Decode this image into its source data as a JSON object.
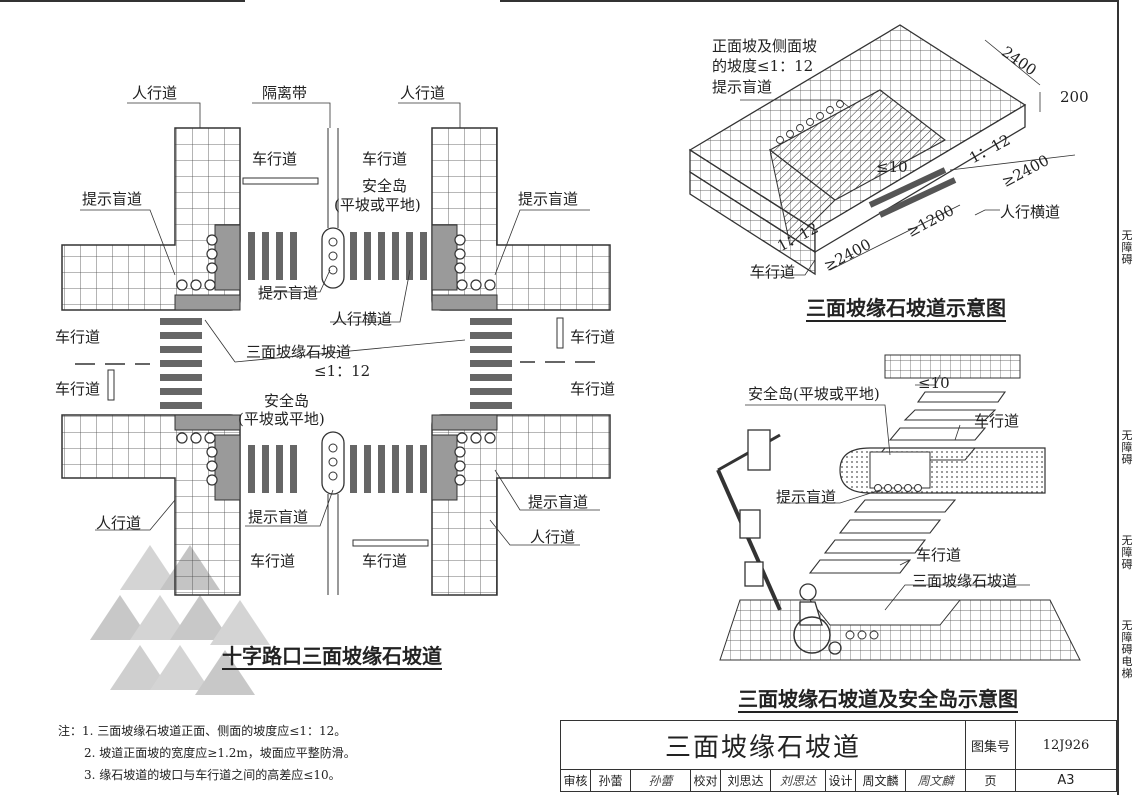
{
  "labels": {
    "sidewalk_tl": "人行道",
    "median": "隔离带",
    "sidewalk_tr": "人行道",
    "roadway_top_left": "车行道",
    "roadway_top_right": "车行道",
    "safety_island_top": "安全岛",
    "safety_island_top_note": "(平坡或平地)",
    "tactile_tl": "提示盲道",
    "tactile_tr": "提示盲道",
    "tactile_top_center": "提示盲道",
    "crosswalk": "人行横道",
    "roadway_left_1": "车行道",
    "roadway_left_2": "车行道",
    "roadway_right_1": "车行道",
    "roadway_right_2": "车行道",
    "curb_ramp": "三面坡缘石坡道",
    "curb_ramp_slope": "≤1：12",
    "safety_island_bottom": "安全岛",
    "safety_island_bottom_note": "(平坡或平地)",
    "tactile_bl": "提示盲道",
    "tactile_br": "提示盲道",
    "sidewalk_bl": "人行道",
    "sidewalk_br": "人行道",
    "roadway_bottom_left": "车行道",
    "roadway_bottom_right": "车行道"
  },
  "iso_labels": {
    "slope_note_1": "正面坡及侧面坡",
    "slope_note_2": "的坡度≤1：12",
    "tactile": "提示盲道",
    "dim_2400_top": "2400",
    "dim_200": "200",
    "dim_le10": "≤10",
    "dim_1_12_a": "1：12",
    "dim_ge2400_right": "≥2400",
    "dim_ge1200": "≥1200",
    "crosswalk": "人行横道",
    "dim_1_12_b": "1：12",
    "dim_ge2400_bottom": "≥2400",
    "roadway": "车行道"
  },
  "persp_labels": {
    "le10": "≤10",
    "island": "安全岛(平坡或平地)",
    "roadway_1": "车行道",
    "tactile": "提示盲道",
    "roadway_2": "车行道",
    "curb_ramp": "三面坡缘石坡道"
  },
  "captions": {
    "crossroad": "十字路口三面坡缘石坡道",
    "ramp_schematic": "三面坡缘石坡道示意图",
    "ramp_island": "三面坡缘石坡道及安全岛示意图"
  },
  "notes": [
    "注：1. 三面坡缘石坡道正面、侧面的坡度应≤1：12。",
    "2. 坡道正面坡的宽度应≥1.2m，坡面应平整防滑。",
    "3. 缘石坡道的坡口与车行道之间的高差应≤10。"
  ],
  "title_block": {
    "title": "三面坡缘石坡道",
    "atlas_no_label": "图集号",
    "atlas_no": "12J926",
    "page_label": "页",
    "page_no": "A3",
    "review_label": "审核",
    "reviewer": "孙蕾",
    "reviewer_sig": "孙蕾",
    "check_label": "校对",
    "checker": "刘思达",
    "checker_sig": "刘思达",
    "design_label": "设计",
    "designer": "周文麟",
    "designer_sig": "周文麟"
  },
  "sidebar": [
    "无障碍",
    "无障碍",
    "无障碍",
    "无障碍电梯"
  ],
  "colors": {
    "ink": "#222222",
    "ramp_gray": "#9a9a9a",
    "stripe": "#555555",
    "logo_gray": "#d0d0d0"
  }
}
